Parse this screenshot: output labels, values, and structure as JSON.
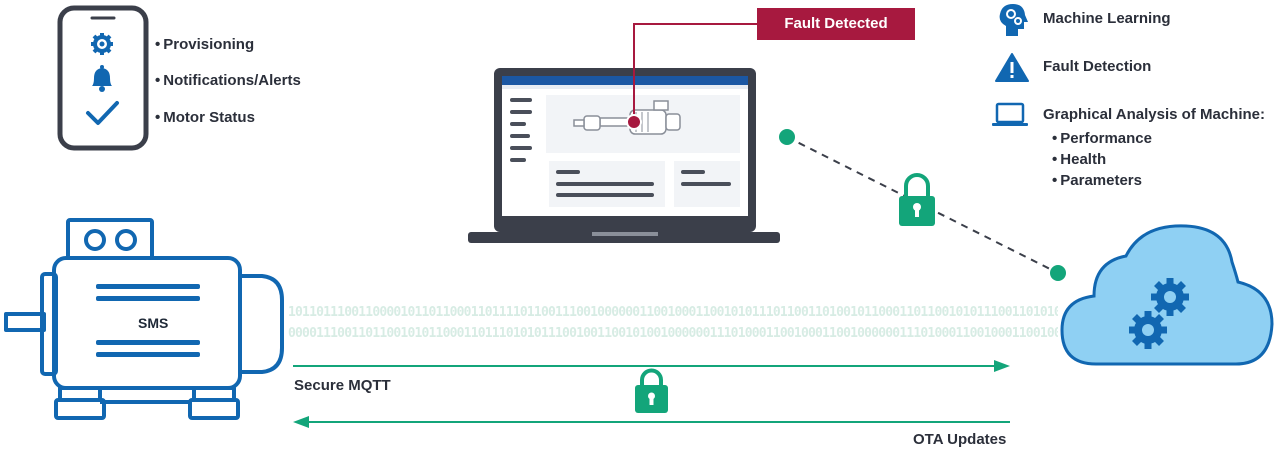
{
  "phone": {
    "items": [
      "Provisioning",
      "Notifications/Alerts",
      "Motor Status"
    ],
    "icons": [
      "gear-icon",
      "bell-icon",
      "checkmark-icon"
    ]
  },
  "laptop": {
    "tag": "Fault Detected"
  },
  "legend": {
    "items": [
      {
        "icon": "brain-gears-icon",
        "label": "Machine Learning"
      },
      {
        "icon": "warning-triangle-icon",
        "label": "Fault Detection"
      },
      {
        "icon": "laptop-icon",
        "label": "Graphical Analysis of Machine:"
      }
    ],
    "subitems": [
      "Performance",
      "Health",
      "Parameters"
    ]
  },
  "motor": {
    "label": "SMS"
  },
  "links": {
    "uplink_label": "Secure MQTT",
    "downlink_label": "OTA Updates"
  },
  "binary": {
    "line1": "10110111001100001011011000110111101100111001000000110010001100101011101100110100101100011011001010111001101010",
    "line2": "00001110011011001010110001101110101011100100110010100100000011101000110010001100100000011101000110010001100100101"
  },
  "colors": {
    "brand_blue": "#1167b1",
    "accent_green": "#13a57a",
    "fault_red": "#a7193f",
    "cloud_fill": "#8fd0f3",
    "dark_frame": "#3b3f4a"
  }
}
